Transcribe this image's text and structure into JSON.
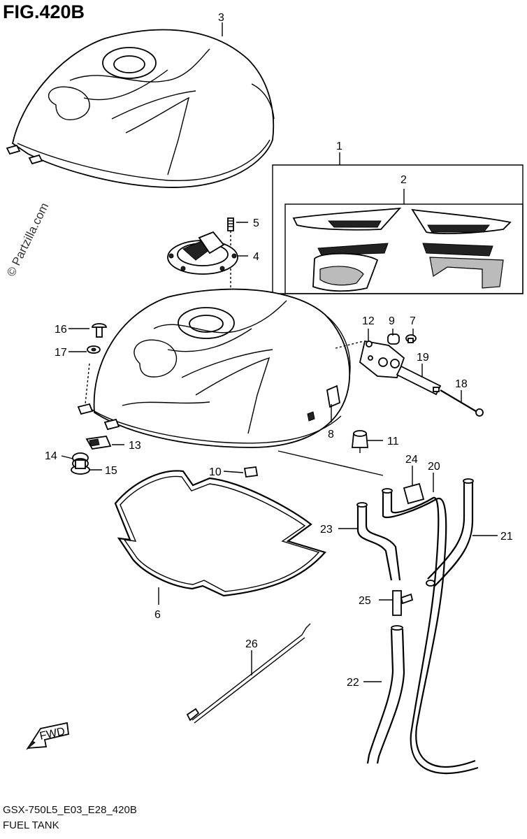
{
  "figure": {
    "title": "FIG.420B",
    "copyright": "© Partzilla.com",
    "footer_code": "GSX-750L5_E03_E28_420B",
    "footer_name": "FUEL TANK",
    "fwd_label": "FWD"
  },
  "callouts": [
    "1",
    "2",
    "3",
    "4",
    "5",
    "6",
    "7",
    "8",
    "9",
    "10",
    "11",
    "12",
    "13",
    "14",
    "15",
    "16",
    "17",
    "18",
    "19",
    "20",
    "21",
    "22",
    "23",
    "24",
    "25",
    "26"
  ]
}
